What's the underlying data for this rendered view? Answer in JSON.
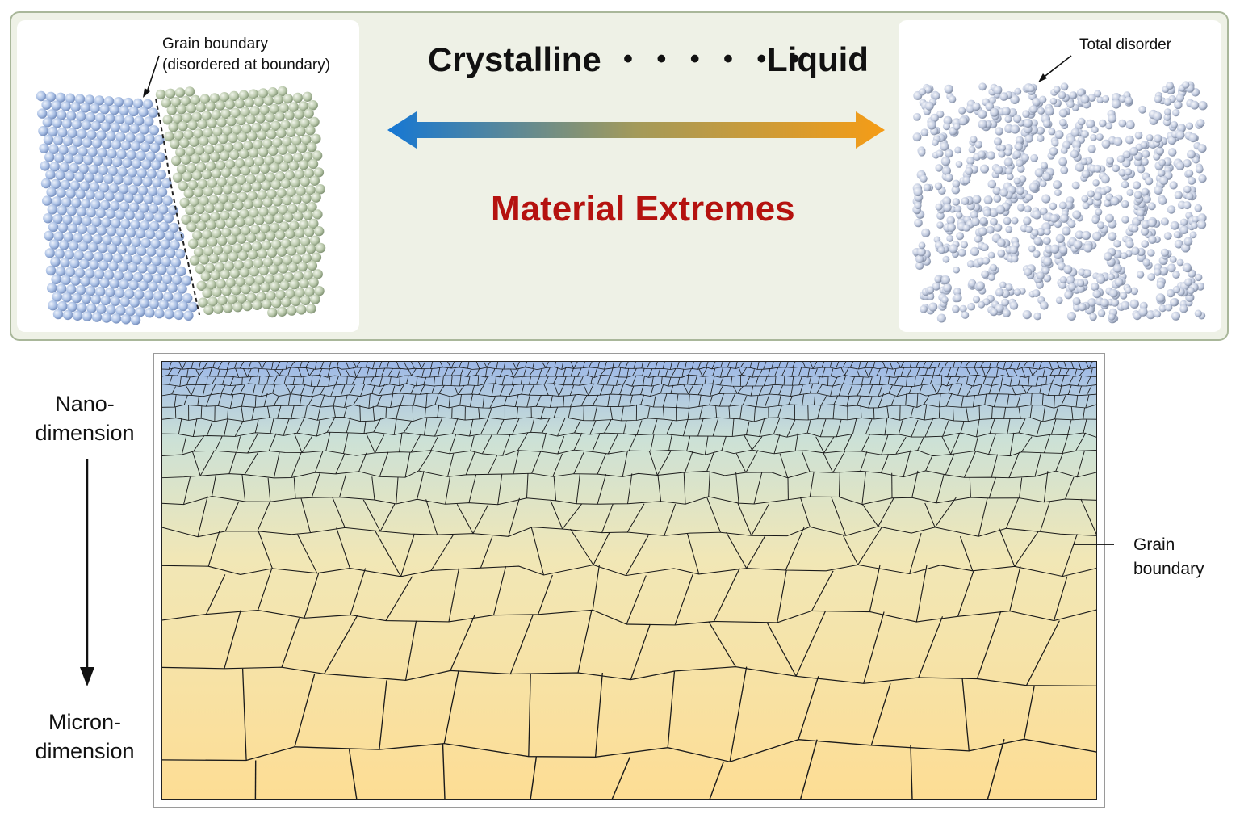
{
  "top": {
    "left_label": "Crystalline",
    "dots": "• • • • • •",
    "right_label": "Liquid",
    "title": "Material Extremes",
    "arrow_colors": [
      "#1577d4",
      "#a39a5a",
      "#f59c16"
    ]
  },
  "left_inset": {
    "annotation_line1": "Grain boundary",
    "annotation_line2": "(disordered at boundary)",
    "grain_a_color": "#a9bfe4",
    "grain_b_color": "#b9c8ab"
  },
  "right_inset": {
    "annotation": "Total disorder",
    "atom_color": "#c3cce0"
  },
  "bottom": {
    "top_label_line1": "Nano-",
    "top_label_line2": "dimension",
    "bottom_label_line1": "Micron-",
    "bottom_label_line2": "dimension",
    "grain_label_line1": "Grain",
    "grain_label_line2": "boundary",
    "gradient_colors": [
      "#9db8e8",
      "#cce1d6",
      "#f1e7b6",
      "#fddd94"
    ]
  }
}
